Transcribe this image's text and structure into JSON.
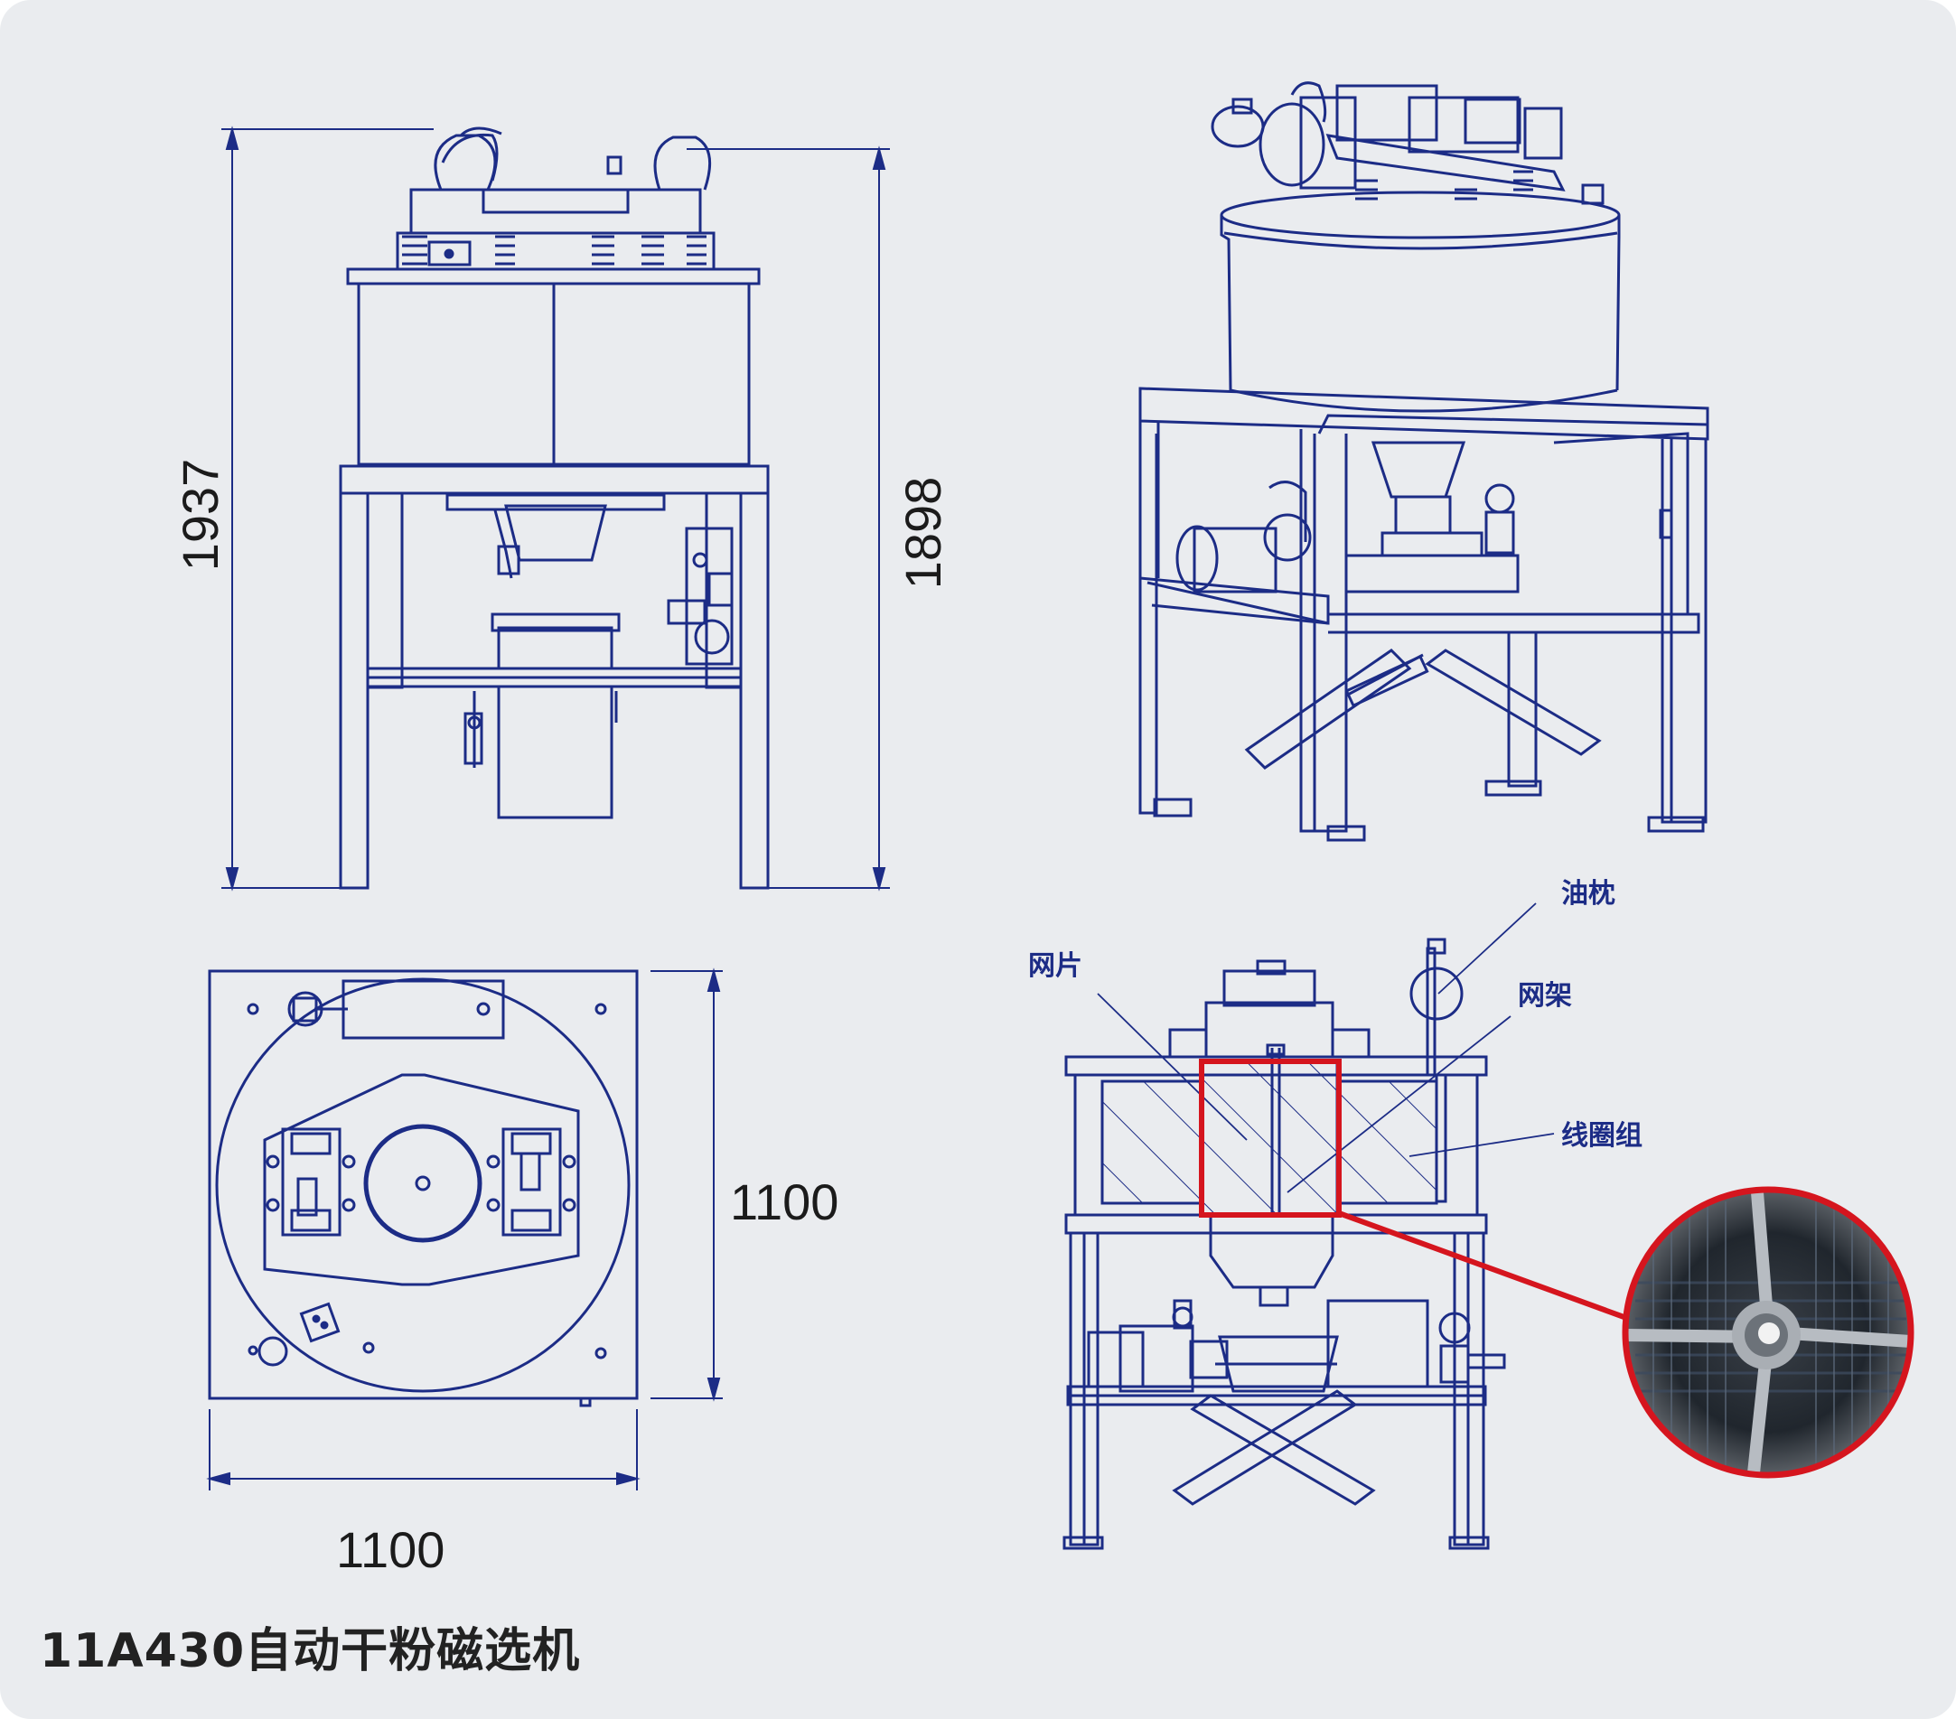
{
  "title": "11A430自动干粉磁选机",
  "dimensions": {
    "front_total_height": "1937",
    "front_frame_height": "1898",
    "top_view_depth": "1100",
    "top_view_width": "1100"
  },
  "callouts": {
    "oil_conservator": "油枕",
    "mesh_sheet": "网片",
    "mesh_frame": "网架",
    "coil_assembly": "线圈组"
  },
  "colors": {
    "line": "#1c2c86",
    "highlight": "#d5151e",
    "background": "#eaecef",
    "dimension_text": "#1b1b1b"
  }
}
